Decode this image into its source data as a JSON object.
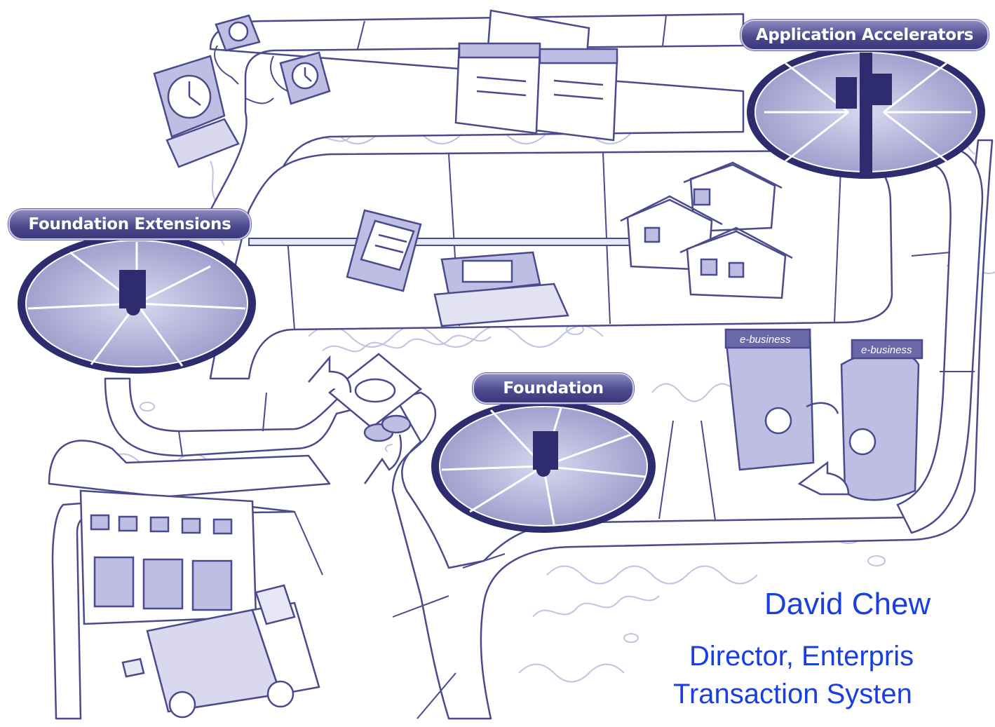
{
  "labels": {
    "application_accelerators": "Application Accelerators",
    "foundation_extensions": "Foundation Extensions",
    "foundation": "Foundation",
    "ebusiness_sign_1": "e-business",
    "ebusiness_sign_2": "e-business"
  },
  "presenter": {
    "name": "David Chew",
    "title_line1": "Director, Enterpris",
    "title_line2": "Transaction Systen"
  },
  "colors": {
    "line": "#4b4a8c",
    "fill": "#bebde4",
    "fill_dark": "#8987c4",
    "road": "#ffffff",
    "foliage": "#c3c2e3",
    "presenter_text": "#1a3fe0"
  }
}
